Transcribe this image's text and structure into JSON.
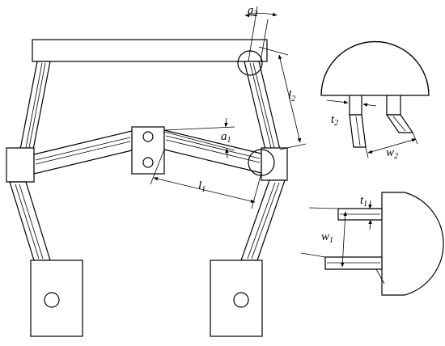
{
  "labels": {
    "a2": {
      "main": "a",
      "sub": "2"
    },
    "l2": {
      "main": "l",
      "sub": "2"
    },
    "a1": {
      "main": "a",
      "sub": "1"
    },
    "l1": {
      "main": "l",
      "sub": "1"
    },
    "t2": {
      "main": "t",
      "sub": "2"
    },
    "w2": {
      "main": "w",
      "sub": "2"
    },
    "t1": {
      "main": "t",
      "sub": "1"
    },
    "w1": {
      "main": "w",
      "sub": "1"
    }
  }
}
